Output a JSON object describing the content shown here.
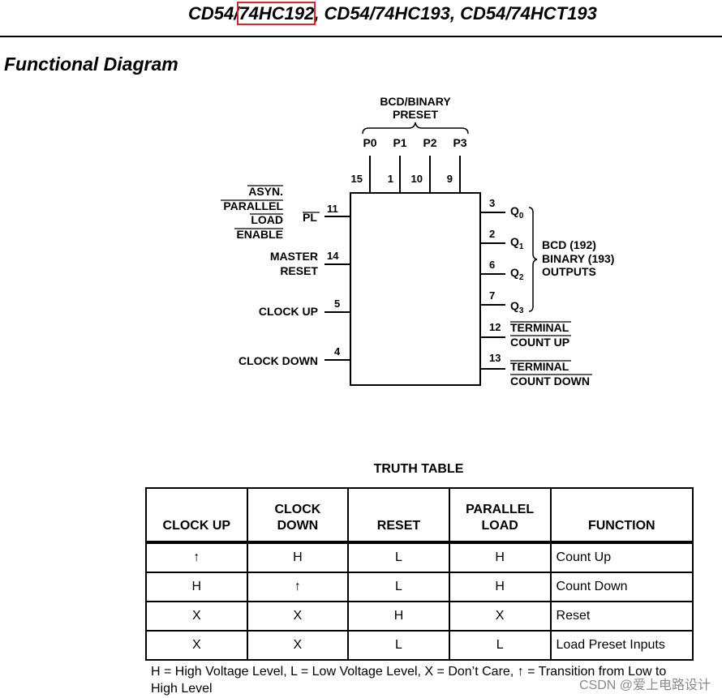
{
  "header": {
    "title_prefix": "CD54/",
    "title_highlight": "74HC192",
    "title_suffix": ", CD54/74HC193, CD54/74HCT193"
  },
  "section_title": "Functional Diagram",
  "diagram": {
    "preset_label_line1": "BCD/BINARY",
    "preset_label_line2": "PRESET",
    "preset_inputs": [
      {
        "name": "P0",
        "pin": "15"
      },
      {
        "name": "P1",
        "pin": "1"
      },
      {
        "name": "P2",
        "pin": "10"
      },
      {
        "name": "P3",
        "pin": "9"
      }
    ],
    "left_inputs": {
      "pl_label": [
        "ASYN.",
        "PARALLEL",
        "LOAD",
        "ENABLE"
      ],
      "pl_pin_name": "PL",
      "pl_pin": "11",
      "mr_label": [
        "MASTER",
        "RESET"
      ],
      "mr_pin": "14",
      "cpu_label": "CLOCK UP",
      "cpu_pin": "5",
      "cpd_label": "CLOCK DOWN",
      "cpd_pin": "4"
    },
    "outputs": [
      {
        "name": "Q",
        "sub": "0",
        "pin": "3"
      },
      {
        "name": "Q",
        "sub": "1",
        "pin": "2"
      },
      {
        "name": "Q",
        "sub": "2",
        "pin": "6"
      },
      {
        "name": "Q",
        "sub": "3",
        "pin": "7"
      }
    ],
    "outputs_label": [
      "BCD (192)",
      "BINARY (193)",
      "OUTPUTS"
    ],
    "terminal_up": {
      "pin": "12",
      "line1": "TERMINAL",
      "line2": "COUNT UP"
    },
    "terminal_down": {
      "pin": "13",
      "line1": "TERMINAL",
      "line2": "COUNT DOWN"
    }
  },
  "truth_table": {
    "caption": "TRUTH TABLE",
    "headers": [
      "CLOCK UP",
      "CLOCK DOWN",
      "RESET",
      "PARALLEL LOAD",
      "FUNCTION"
    ],
    "rows": [
      [
        "↑",
        "H",
        "L",
        "H",
        "Count Up"
      ],
      [
        "H",
        "↑",
        "L",
        "H",
        "Count Down"
      ],
      [
        "X",
        "X",
        "H",
        "X",
        "Reset"
      ],
      [
        "X",
        "X",
        "L",
        "L",
        "Load Preset Inputs"
      ]
    ]
  },
  "footnote": "H = High Voltage Level, L = Low Voltage Level, X = Don’t Care, ↑ = Transition from Low to High Level",
  "watermark": "CSDN @爱上电路设计"
}
